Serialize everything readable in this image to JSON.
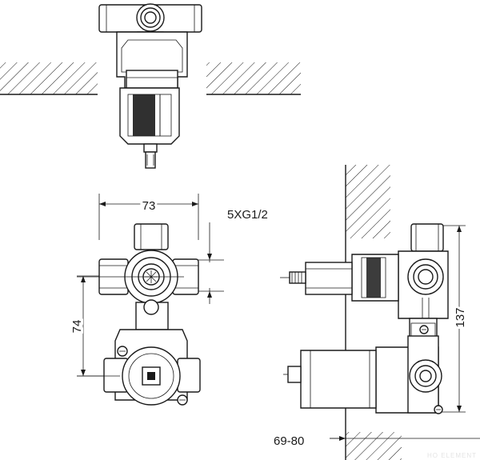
{
  "dimensions": {
    "width": "73",
    "connections": "5XG1/2",
    "height_front": "74",
    "height_side": "137",
    "depth": "69-80"
  },
  "watermark": "HO ELEMENT"
}
